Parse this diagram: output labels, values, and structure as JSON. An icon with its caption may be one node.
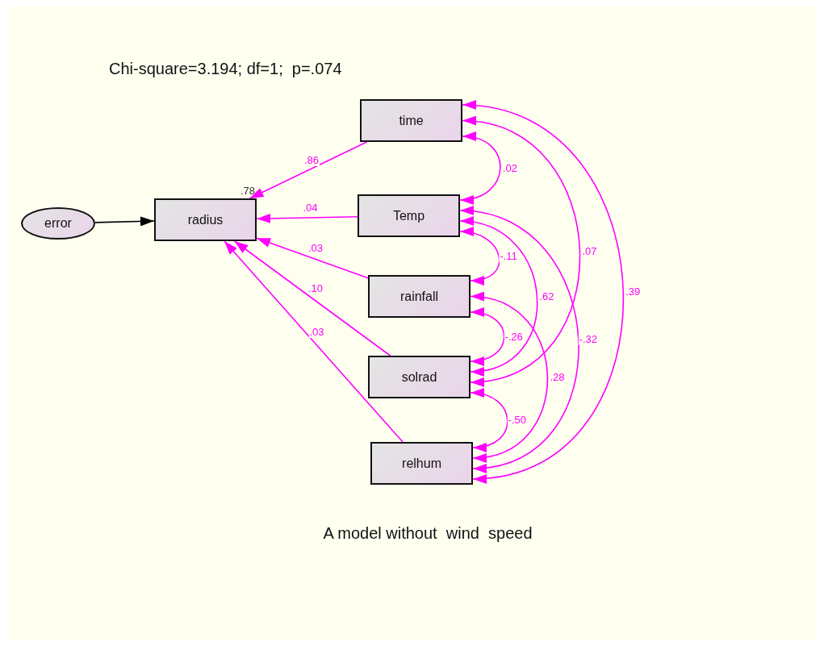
{
  "diagram": {
    "title": "Chi-square=3.194; df=1;  p=.074",
    "caption": "A model without  wind  speed",
    "nodes": [
      {
        "text": [
          "error"
        ]
      },
      {
        "text": [
          "radius"
        ],
        "beside": [
          ".78"
        ]
      },
      {
        "text": [
          "time"
        ]
      },
      {
        "text": [
          "Temp"
        ]
      },
      {
        "text": [
          "rainfall"
        ]
      },
      {
        "text": [
          "solrad"
        ]
      },
      {
        "text": [
          "relhum"
        ]
      }
    ],
    "edges": [
      {
        "from": 0,
        "to": 1,
        "arrow": "to",
        "color": "#000000"
      },
      {
        "from": 2,
        "to": 1,
        "arrow": "to",
        "label": ".86"
      },
      {
        "from": 3,
        "to": 1,
        "arrow": "to",
        "label": ".04"
      },
      {
        "from": 4,
        "to": 1,
        "arrow": "to",
        "label": ".03"
      },
      {
        "from": 5,
        "to": 1,
        "arrow": "to",
        "label": ".10"
      },
      {
        "from": 6,
        "to": 1,
        "arrow": "to",
        "label": ".03"
      },
      {
        "from": 2,
        "to": 3,
        "arrow": "both",
        "label": ".02"
      },
      {
        "from": 3,
        "to": 4,
        "arrow": "both",
        "label": "-.11"
      },
      {
        "from": 3,
        "to": 5,
        "arrow": "both",
        "label": ".62"
      },
      {
        "from": 2,
        "to": 5,
        "arrow": "both",
        "label": ".07"
      },
      {
        "from": 4,
        "to": 5,
        "arrow": "both",
        "label": "-.26"
      },
      {
        "from": 4,
        "to": 6,
        "arrow": "both",
        "label": ".28"
      },
      {
        "from": 3,
        "to": 6,
        "arrow": "both",
        "label": "-.32"
      },
      {
        "from": 2,
        "to": 6,
        "arrow": "both",
        "label": ".39"
      },
      {
        "from": 5,
        "to": 6,
        "arrow": "both",
        "label": "-.50"
      }
    ]
  }
}
